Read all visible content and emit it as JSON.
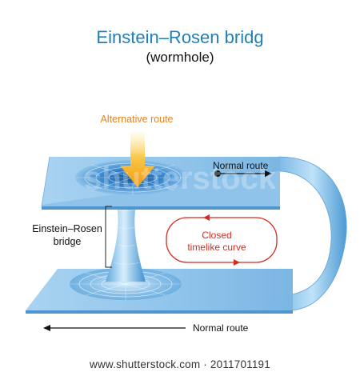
{
  "title": "Einstein–Rosen bridg",
  "subtitle": "(wormhole)",
  "labels": {
    "alternative_route": "Alternative route",
    "normal_route_top": "Normal route",
    "bridge_line1": "Einstein–Rosen",
    "bridge_line2": "bridge",
    "closed_line1": "Closed",
    "closed_line2": "timelike curve",
    "normal_route_bottom": "Normal route"
  },
  "watermark": "shutterstock",
  "footer": "www.shutterstock.com · 2011701191",
  "colors": {
    "title": "#1f7fb9",
    "sheet": "#8ec3ea",
    "arrow": "#f3a91f",
    "closed_curve": "#d42c1f"
  }
}
